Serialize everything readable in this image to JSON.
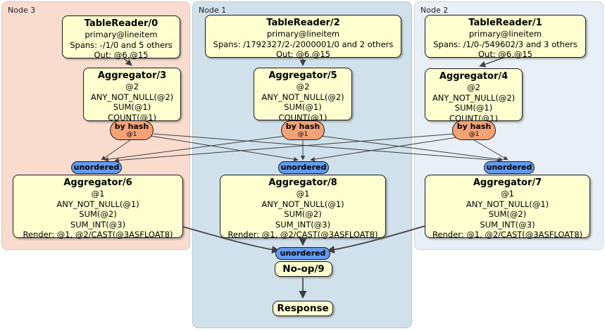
{
  "panels": {
    "node3": {
      "label": "Node 3",
      "color": "#fadccf"
    },
    "node1": {
      "label": "Node 1",
      "color": "#d0e1eb"
    },
    "node2": {
      "label": "Node 2",
      "color": "#e8eff7"
    }
  },
  "colors": {
    "box_fill": "#ffffcf",
    "hash_oval_fill": "#f5a276",
    "unordered_oval_fill": "#649bef",
    "edge": "#3f3f3f"
  },
  "ovals": {
    "by_hash": {
      "label": "by hash",
      "sub": "@1"
    },
    "unordered": {
      "label": "unordered"
    }
  },
  "boxes": {
    "tr0": {
      "title": "TableReader/0",
      "lines": [
        "primary@lineitem",
        "Spans: -/1/0 and 5 others",
        "Out: @6,@15"
      ]
    },
    "tr2": {
      "title": "TableReader/2",
      "lines": [
        "primary@lineitem",
        "Spans: /1792327/2-/2000001/0 and 2 others",
        "Out: @6,@15"
      ]
    },
    "tr1": {
      "title": "TableReader/1",
      "lines": [
        "primary@lineitem",
        "Spans: /1/0-/549602/3 and 3 others",
        "Out: @6,@15"
      ]
    },
    "agg3": {
      "title": "Aggregator/3",
      "lines": [
        "@2",
        "ANY_NOT_NULL(@2)",
        "SUM(@1)",
        "COUNT(@1)"
      ]
    },
    "agg5": {
      "title": "Aggregator/5",
      "lines": [
        "@2",
        "ANY_NOT_NULL(@2)",
        "SUM(@1)",
        "COUNT(@1)"
      ]
    },
    "agg4": {
      "title": "Aggregator/4",
      "lines": [
        "@2",
        "ANY_NOT_NULL(@2)",
        "SUM(@1)",
        "COUNT(@1)"
      ]
    },
    "agg6": {
      "title": "Aggregator/6",
      "lines": [
        "@1",
        "ANY_NOT_NULL(@1)",
        "SUM(@2)",
        "SUM_INT(@3)",
        "Render: @1, @2/CAST(@3ASFLOAT8)"
      ]
    },
    "agg8": {
      "title": "Aggregator/8",
      "lines": [
        "@1",
        "ANY_NOT_NULL(@1)",
        "SUM(@2)",
        "SUM_INT(@3)",
        "Render: @1, @2/CAST(@3ASFLOAT8)"
      ]
    },
    "agg7": {
      "title": "Aggregator/7",
      "lines": [
        "@1",
        "ANY_NOT_NULL(@1)",
        "SUM(@2)",
        "SUM_INT(@3)",
        "Render: @1, @2/CAST(@3ASFLOAT8)"
      ]
    },
    "noop": {
      "title": "No-op/9"
    },
    "response": {
      "title": "Response"
    }
  }
}
